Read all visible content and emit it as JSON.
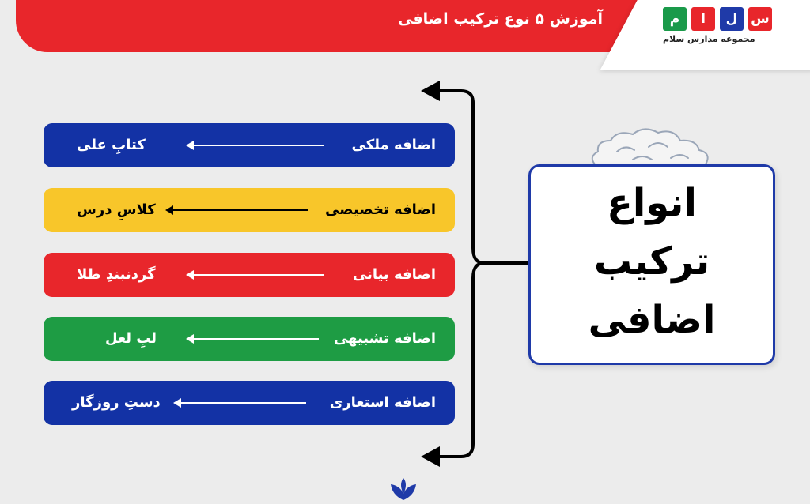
{
  "header": {
    "title": "آموزش ۵ نوع ترکیب اضافی"
  },
  "logo": {
    "letters": [
      {
        "char": "س",
        "color": "#e8262b"
      },
      {
        "char": "ل",
        "color": "#1f3aa8"
      },
      {
        "char": "ا",
        "color": "#e8262b"
      },
      {
        "char": "م",
        "color": "#1a9a4a"
      }
    ],
    "text": "مجموعه مدارس سلام"
  },
  "title_card": {
    "lines": [
      "انواع",
      "ترکیب",
      "اضافی"
    ]
  },
  "rows": [
    {
      "type": "اضافه ملکی",
      "example": "کتابِ علی",
      "color": "#1332a5",
      "text_color": "#ffffff"
    },
    {
      "type": "اضافه تخصیصی",
      "example": "کلاسِ درس",
      "color": "#f8c62a",
      "text_color": "#000000"
    },
    {
      "type": "اضافه بیانی",
      "example": "گردنبندِ طلا",
      "color": "#e8262b",
      "text_color": "#ffffff"
    },
    {
      "type": "اضافه تشبیهی",
      "example": "لبِ لعل",
      "color": "#1e9c44",
      "text_color": "#ffffff"
    },
    {
      "type": "اضافه استعاری",
      "example": "دستِ روزگار",
      "color": "#1332a5",
      "text_color": "#ffffff"
    }
  ],
  "colors": {
    "bracket": "#000000",
    "card_border": "#1f3aa8",
    "header": "#e8262b"
  },
  "icons": [
    "cloud-icon",
    "brand-leaf-icon"
  ]
}
